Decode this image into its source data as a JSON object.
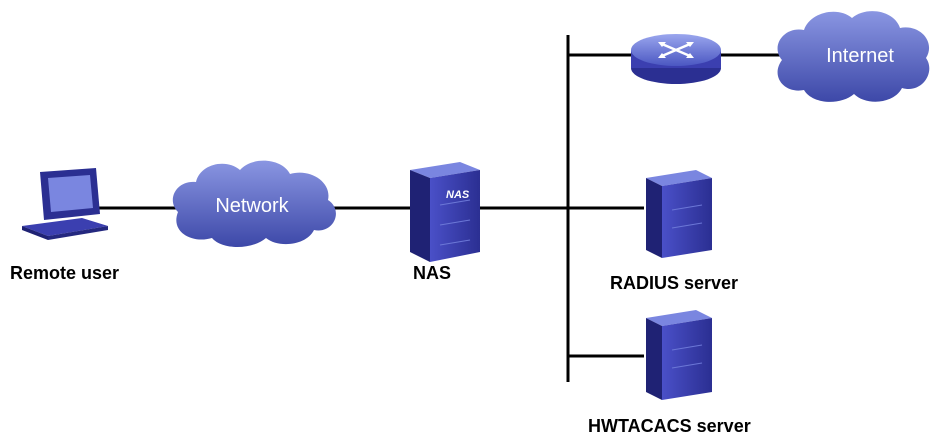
{
  "nodes": {
    "remote_user": {
      "label": "Remote user",
      "icon": "pc-icon"
    },
    "network": {
      "label": "Network",
      "icon": "cloud-icon"
    },
    "nas": {
      "label": "NAS",
      "badge": "NAS",
      "icon": "server-icon"
    },
    "router": {
      "icon": "router-icon"
    },
    "internet": {
      "label": "Internet",
      "icon": "cloud-icon"
    },
    "radius": {
      "label": "RADIUS server",
      "icon": "server-icon"
    },
    "hwtacacs": {
      "label": "HWTACACS server",
      "icon": "server-icon"
    }
  },
  "colors": {
    "device_blue": "#3b3fb0",
    "device_dark": "#1f2274",
    "cloud_fill": "#5a66c4",
    "line": "#000000"
  }
}
